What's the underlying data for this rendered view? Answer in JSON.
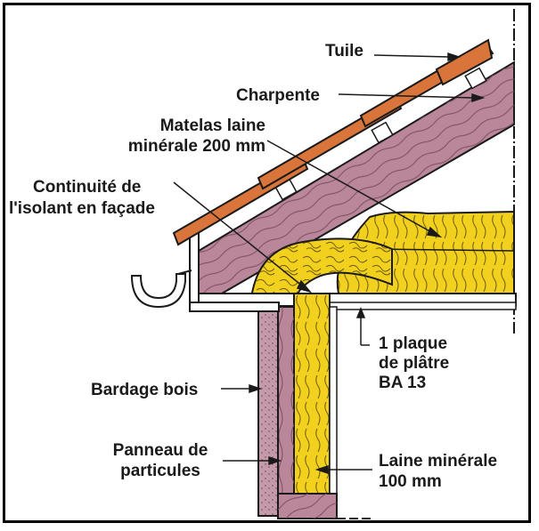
{
  "colors": {
    "tile": "#d9753a",
    "wood": "#b9869a",
    "wood_dark": "#7a4e60",
    "insulation": "#f2d01e",
    "insulation_line": "#6b5a10",
    "outline": "#1a1a1a",
    "plaster": "#ffffff"
  },
  "labels": {
    "tuile": "Tuile",
    "charpente": "Charpente",
    "matelas_l1": "Matelas laine",
    "matelas_l2": "minérale 200 mm",
    "continuite_l1": "Continuité  de",
    "continuite_l2": "l'isolant en façade",
    "plaque_l1": "1 plaque",
    "plaque_l2": "de plâtre",
    "plaque_l3": "BA 13",
    "bardage": "Bardage bois",
    "panneau_l1": "Panneau de",
    "panneau_l2": "particules",
    "laine_l1": "Laine minérale",
    "laine_l2": "100 mm"
  }
}
